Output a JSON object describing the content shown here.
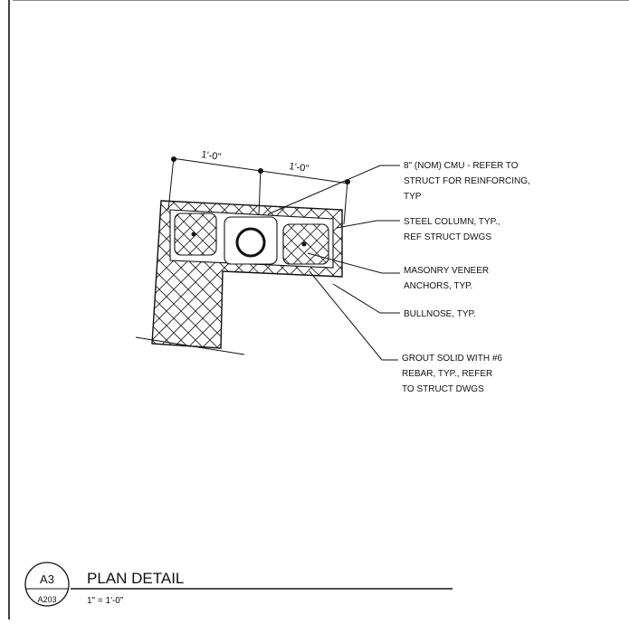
{
  "dimensions": {
    "left": "1'-0\"",
    "right": "1'-0\""
  },
  "notes": [
    {
      "id": "cmu",
      "lines": [
        "8\" (NOM) CMU - REFER TO",
        "STRUCT FOR REINFORCING,",
        "TYP"
      ]
    },
    {
      "id": "steel-column",
      "lines": [
        "STEEL COLUMN, TYP.,",
        "REF STRUCT DWGS"
      ]
    },
    {
      "id": "veneer-anchors",
      "lines": [
        "MASONRY VENEER",
        "ANCHORS, TYP."
      ]
    },
    {
      "id": "bullnose",
      "lines": [
        "BULLNOSE, TYP."
      ]
    },
    {
      "id": "grout",
      "lines": [
        "GROUT SOLID WITH #6",
        "REBAR, TYP., REFER",
        "TO STRUCT DWGS"
      ]
    }
  ],
  "title_block": {
    "detail_number": "A3",
    "sheet_number": "A203",
    "title": "PLAN DETAIL",
    "scale": "1\" = 1'-0\""
  }
}
